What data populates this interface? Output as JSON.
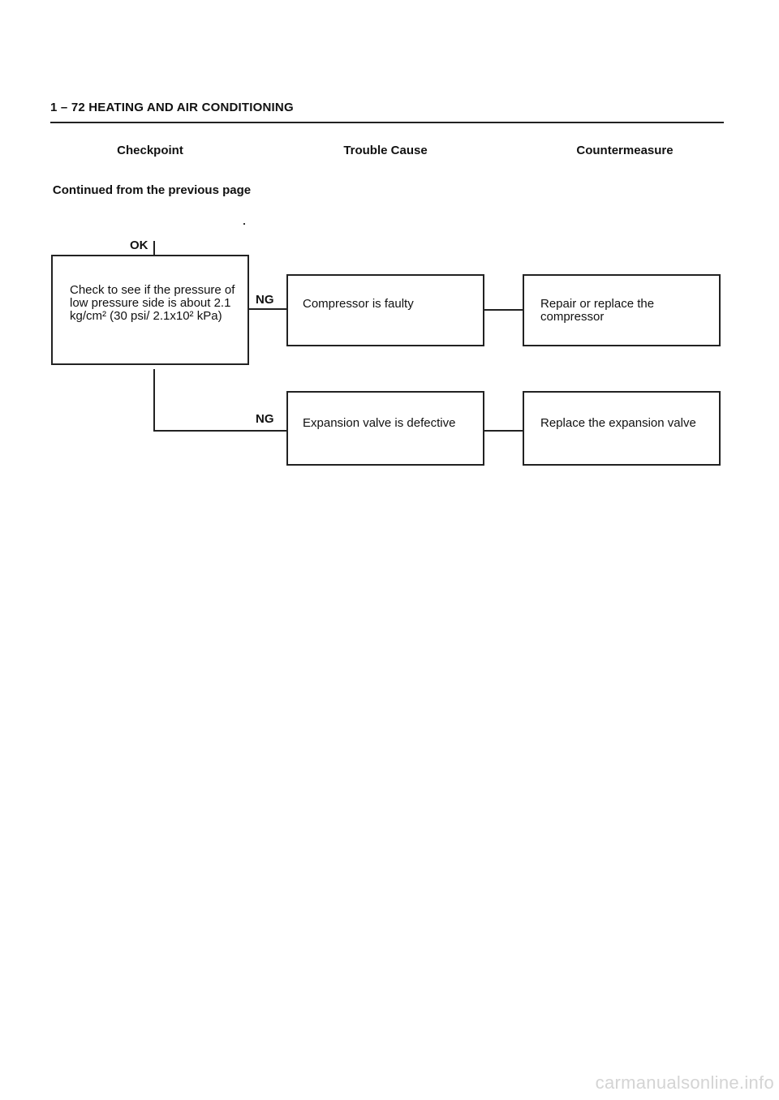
{
  "header": {
    "title": "1 – 72 HEATING AND AIR CONDITIONING"
  },
  "columns": {
    "checkpoint": "Checkpoint",
    "trouble_cause": "Trouble Cause",
    "countermeasure": "Countermeasure"
  },
  "flow": {
    "continued": "Continued from the previous page",
    "ok_label": "OK",
    "check_box": "Check to see if the pressure of low pressure side is about 2.1 kg/cm² (30 psi/ 2.1x10² kPa)",
    "branches": [
      {
        "label": "NG",
        "cause": "Compressor is faulty",
        "measure": "Repair or replace the compressor"
      },
      {
        "label": "NG",
        "cause": "Expansion valve is defective",
        "measure": "Replace the expansion valve"
      }
    ]
  },
  "footer": {
    "credit": "carmanualsonline.info"
  }
}
